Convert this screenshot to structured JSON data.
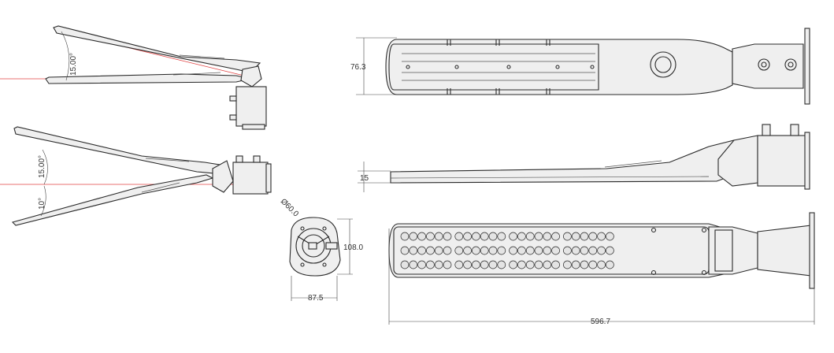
{
  "dimensions": {
    "height_top": "76.3",
    "thickness_side": "15",
    "bracket_height": "108.0",
    "bracket_width": "87.5",
    "pipe_diameter": "Ø60.0",
    "total_length": "596.7"
  },
  "angles": {
    "tilt_up_a": "15.00°",
    "tilt_up_b": "15.00°",
    "tilt_down": "10°"
  }
}
